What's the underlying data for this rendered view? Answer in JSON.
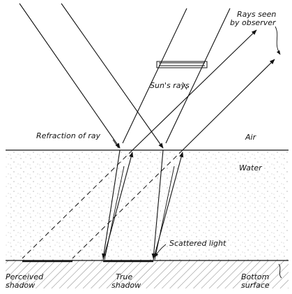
{
  "labels": {
    "rays_seen_line1": "Rays seen",
    "rays_seen_line2": "by observer",
    "suns_rays": "Sun's rays",
    "refraction": "Refraction of ray",
    "air": "Air",
    "water": "Water",
    "scattered": "Scattered light",
    "perceived_line1": "Perceived",
    "perceived_line2": "shadow",
    "true_line1": "True",
    "true_line2": "shadow",
    "bottom_line1": "Bottom",
    "bottom_line2": "surface"
  },
  "colors": {
    "ink": "#111111",
    "background": "#ffffff"
  }
}
